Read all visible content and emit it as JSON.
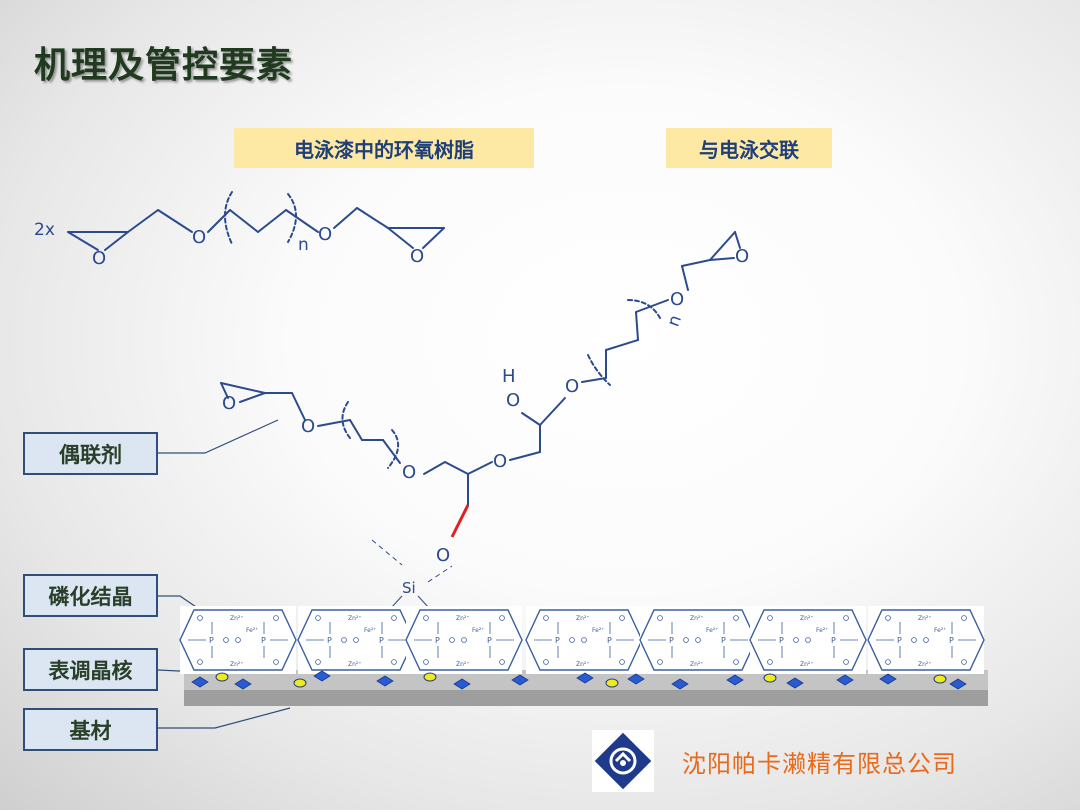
{
  "title": "机理及管控要素",
  "headers": {
    "left": "电泳漆中的环氧树脂",
    "right": "与电泳交联"
  },
  "labels": {
    "coupling": "偶联剂",
    "phosphate": "磷化结晶",
    "surface": "表调晶核",
    "substrate": "基材"
  },
  "chem": {
    "multiplier": "2x",
    "oxygen": "O",
    "repeat": "n",
    "hydrogen": "H",
    "silicon": "Si",
    "cell_p": "P",
    "cell_zn": "Zn²⁺",
    "cell_fe": "Fe²⁺"
  },
  "company": "沈阳帕卡濑精有限总公司",
  "colors": {
    "bond": "#2b4b8e",
    "bond_highlight": "#e02020",
    "header_bg": "#fde9a3",
    "label_bg": "#dce6f2",
    "label_border": "#2f4f7a",
    "crystal": "#3a5fa0",
    "nucleus_blue": "#2a5bd0",
    "nucleus_yellow": "#f2ea1a",
    "company_text": "#e86a1a"
  },
  "logo_icon": "parker-logo-icon"
}
